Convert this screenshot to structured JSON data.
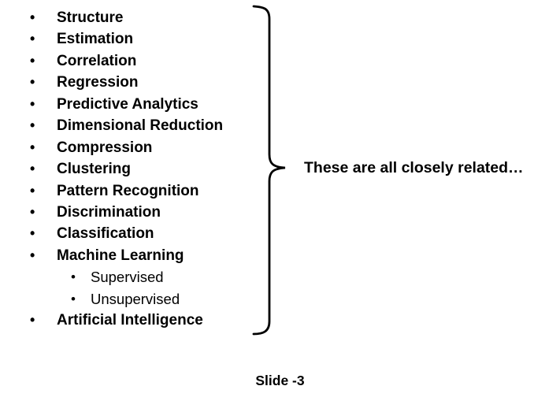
{
  "slide": {
    "background_color": "#ffffff",
    "text_color": "#000000",
    "bullet_glyph": "•",
    "bullet_items": [
      {
        "label": "Structure",
        "level": 1
      },
      {
        "label": "Estimation",
        "level": 1
      },
      {
        "label": "Correlation",
        "level": 1
      },
      {
        "label": "Regression",
        "level": 1
      },
      {
        "label": "Predictive Analytics",
        "level": 1
      },
      {
        "label": "Dimensional Reduction",
        "level": 1
      },
      {
        "label": "Compression",
        "level": 1
      },
      {
        "label": "Clustering",
        "level": 1
      },
      {
        "label": "Pattern Recognition",
        "level": 1
      },
      {
        "label": "Discrimination",
        "level": 1
      },
      {
        "label": "Classification",
        "level": 1
      },
      {
        "label": "Machine Learning",
        "level": 1
      },
      {
        "label": "Supervised",
        "level": 2
      },
      {
        "label": "Unsupervised",
        "level": 2
      },
      {
        "label": "Artificial Intelligence",
        "level": 1
      }
    ],
    "annotation": "These are all closely related…",
    "footer": "Slide -3"
  }
}
